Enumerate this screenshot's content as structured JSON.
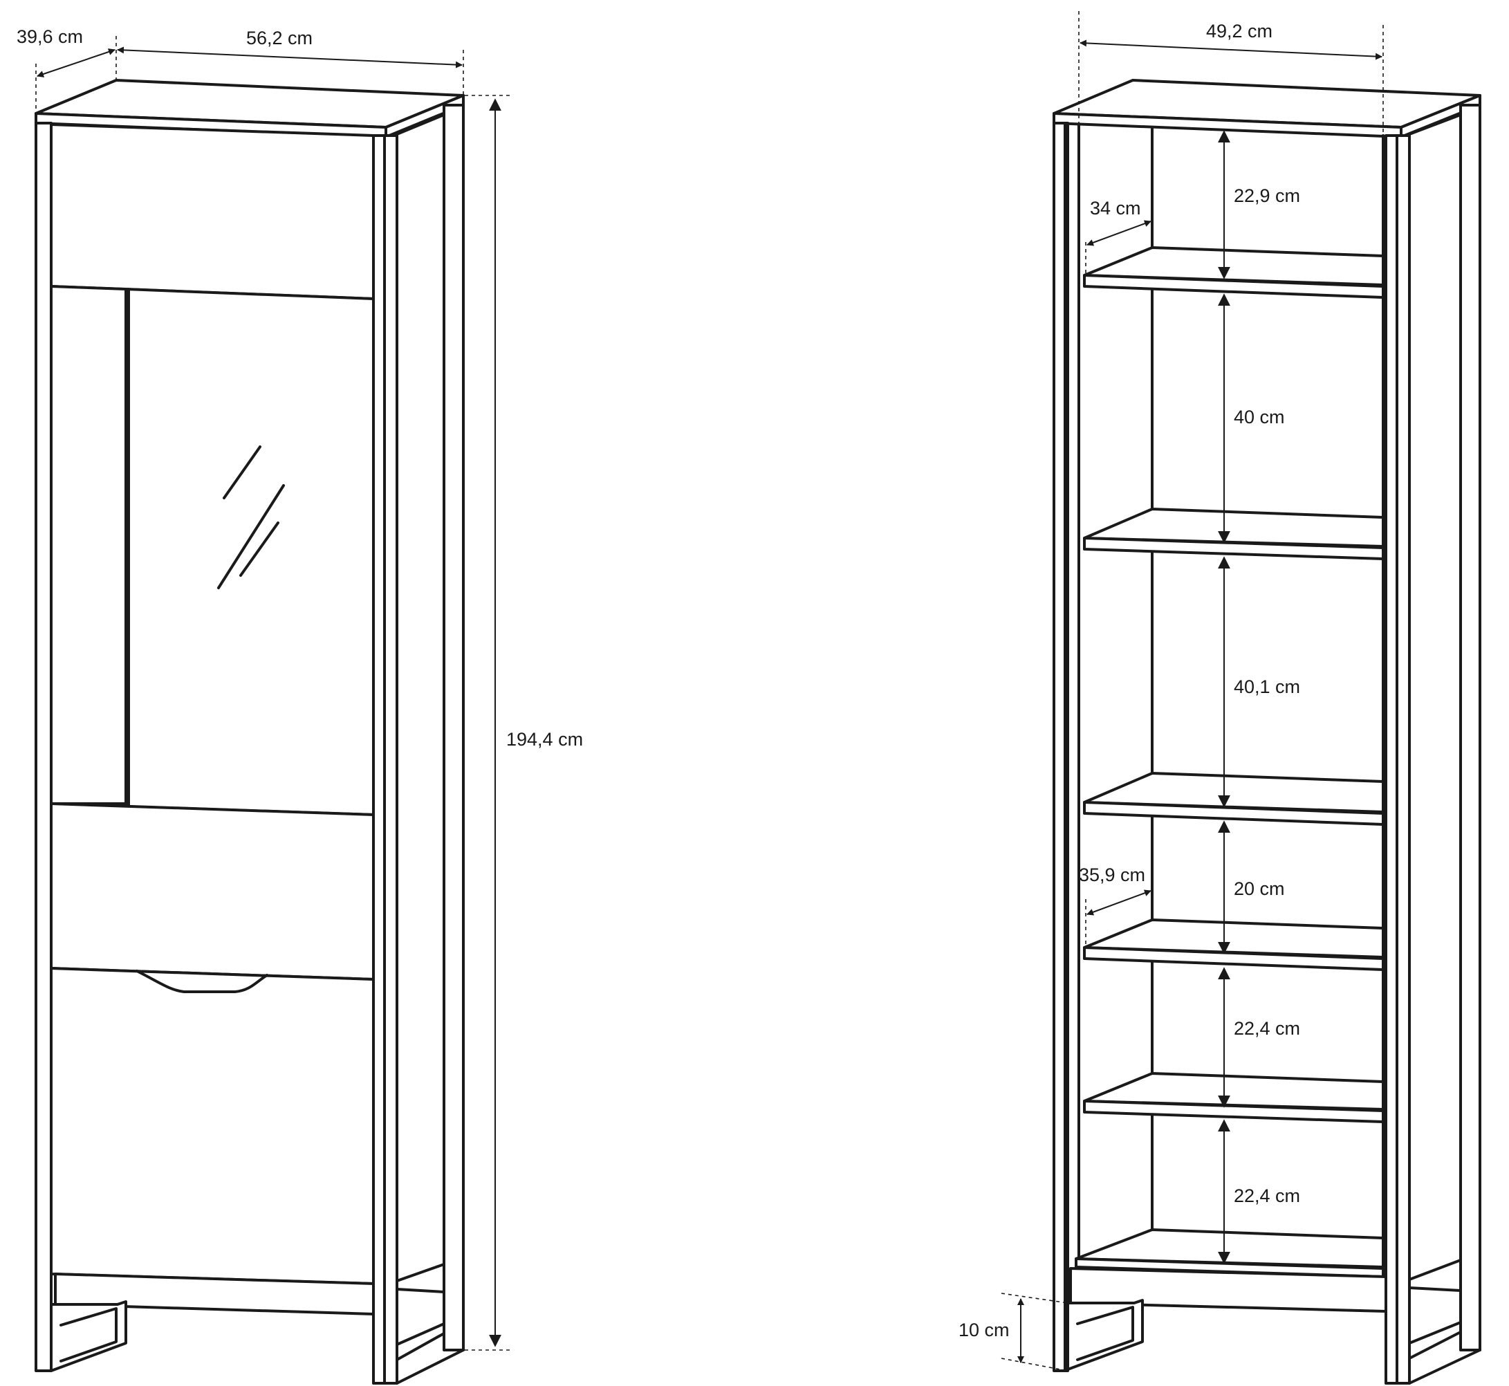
{
  "cabinet_left": {
    "depth_label": "39,6 cm",
    "width_label": "56,2 cm",
    "height_label": "194,4 cm"
  },
  "cabinet_right": {
    "inner_width_label": "49,2 cm",
    "shelf_depth_top_label": "34 cm",
    "shelf_depth_lower_label": "35,9 cm",
    "legs_height_label": "10 cm",
    "compartments": [
      {
        "label": "22,9 cm"
      },
      {
        "label": "40 cm"
      },
      {
        "label": "40,1 cm"
      },
      {
        "label": "20 cm"
      },
      {
        "label": "22,4 cm"
      },
      {
        "label": "22,4 cm"
      }
    ]
  }
}
